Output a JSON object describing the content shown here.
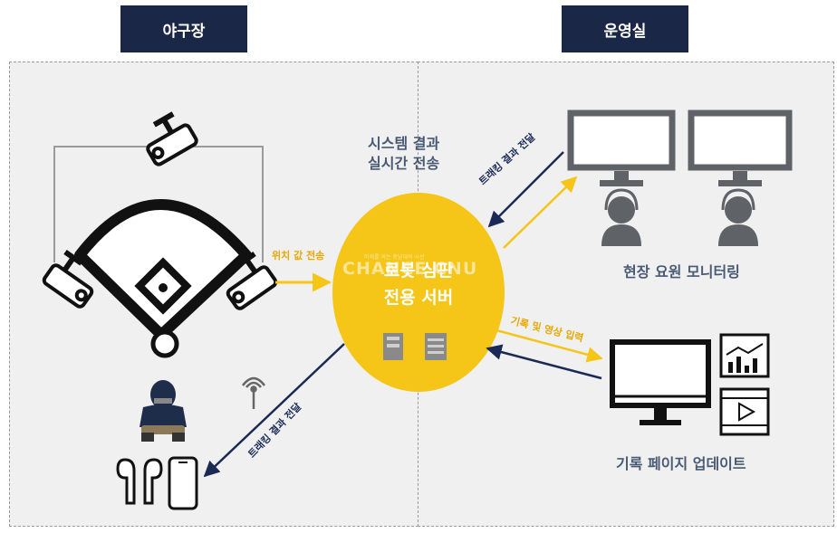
{
  "tabs": {
    "left": "야구장",
    "right": "운영실"
  },
  "labels": {
    "system_result_line1": "시스템 결과",
    "system_result_line2": "실시간 전송",
    "position_send": "위치 값 전송",
    "tracking_to_monitor": "트래킹 결과 전달",
    "tracking_to_device": "트래킹 결과 전달",
    "record_input": "기록 및 영상 입력",
    "server_line1": "로봇 심판",
    "server_line2": "전용 서버",
    "onsite_monitoring": "현장 요원 모니터링",
    "record_page_update": "기록 페이지 업데이트",
    "watermark_small": "미래를 여는 충남대의 시선",
    "watermark": "CHANCE CNU"
  },
  "colors": {
    "navy": "#1b2746",
    "yellow": "#f5c518",
    "panel": "#f0f0f0",
    "icon_gray": "#5f6368"
  },
  "icons": [
    "camera-icon",
    "baseball-field-icon",
    "umpire-icon",
    "wifi-antenna-icon",
    "earbuds-icon",
    "smartphone-icon",
    "monitor-icon",
    "operator-headset-icon",
    "server-icon",
    "chart-icon",
    "video-play-icon"
  ]
}
